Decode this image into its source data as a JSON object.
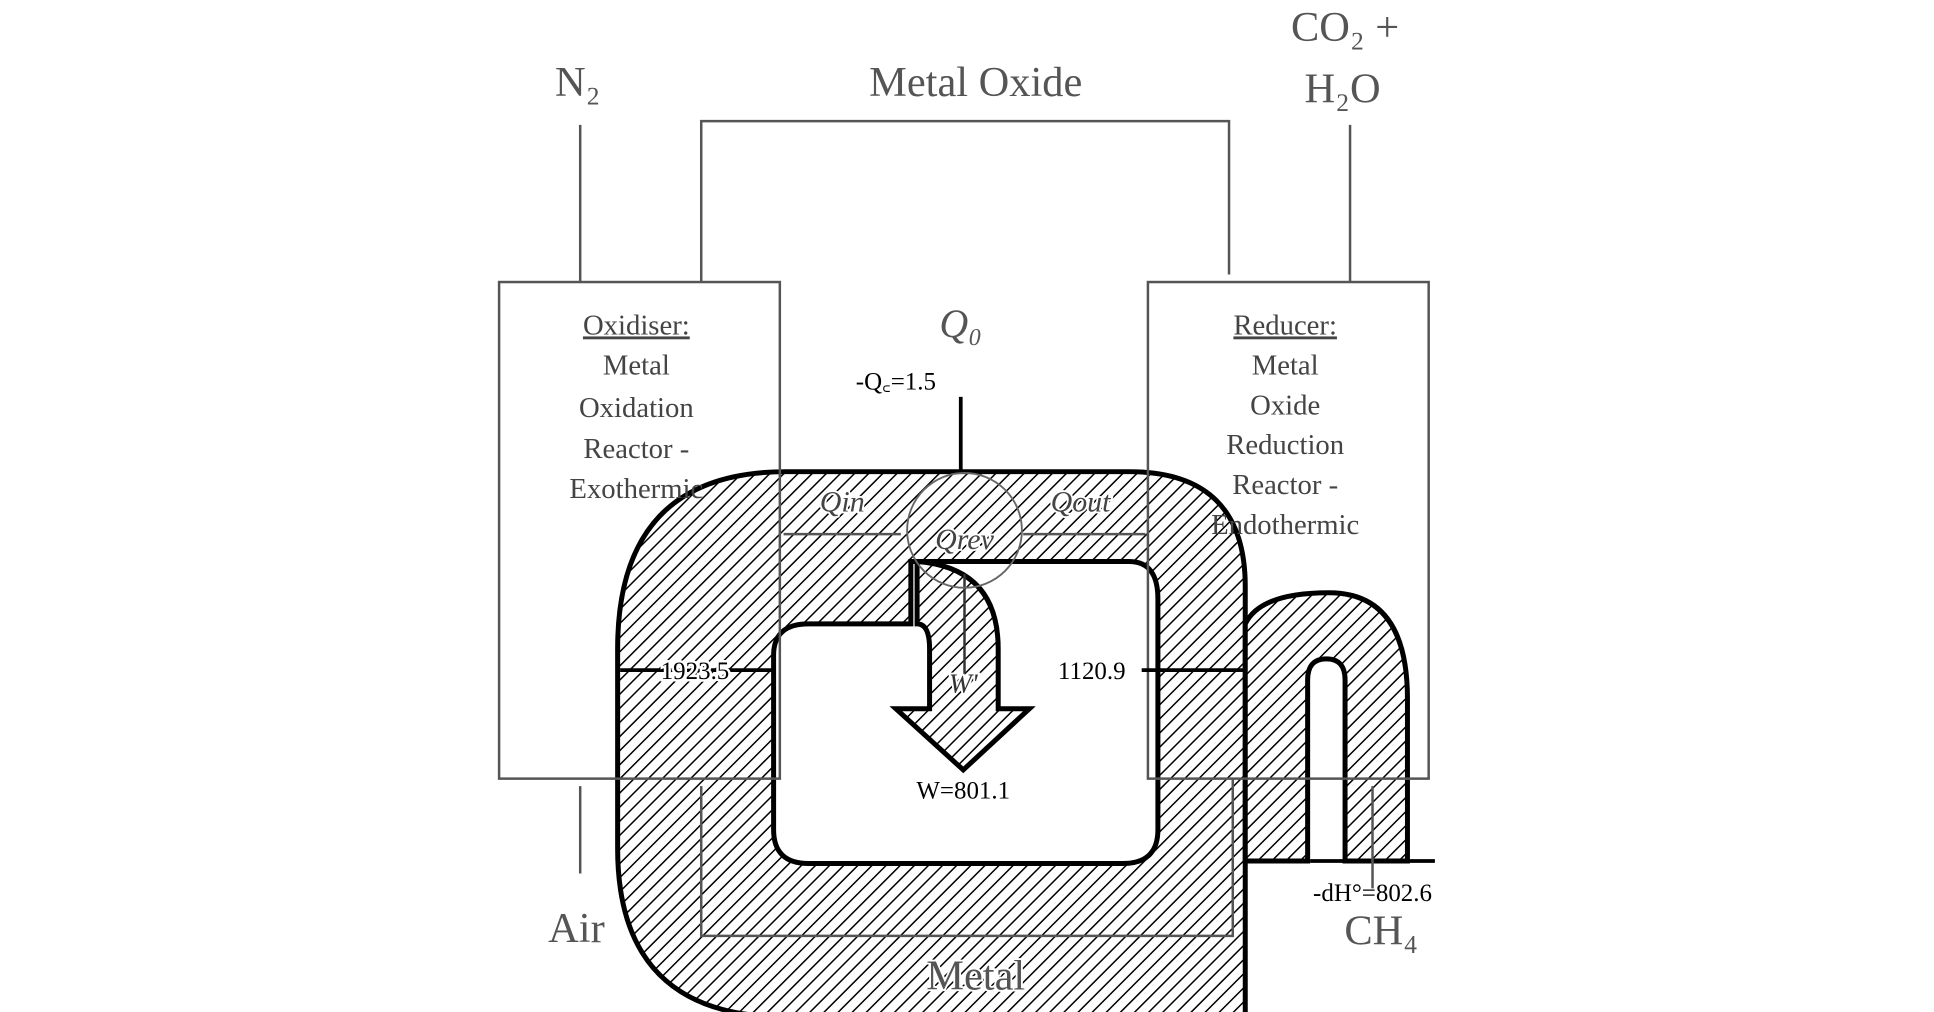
{
  "outputs": {
    "n2": "N₂",
    "metal_oxide": "Metal Oxide",
    "co2_h2o_line1": "CO₂ +",
    "co2_h2o_line2": "H₂O"
  },
  "inputs": {
    "air": "Air",
    "ch4": "CH₄",
    "metal": "Metal"
  },
  "oxidiser": {
    "title": "Oxidiser:",
    "lines": [
      "Metal",
      "Oxidation",
      "Reactor -",
      "Exothermic"
    ]
  },
  "reducer": {
    "title": "Reducer:",
    "lines": [
      "Metal",
      "Oxide",
      "Reduction",
      "Reactor -",
      "Endothermic"
    ]
  },
  "energy": {
    "q0": "Q₀",
    "qsc": "-Q꜀=1.5",
    "qin": "Qin",
    "qrev": "Qrev",
    "qout": "Qout",
    "w_prime": "W'",
    "w": "W=801.1",
    "oxidiser_value": "1923.5",
    "reducer_value": "1120.9",
    "dh": "-dH°=802.6"
  },
  "colors": {
    "hatch": "#000000",
    "lines": "#555555",
    "text": "#444444"
  }
}
